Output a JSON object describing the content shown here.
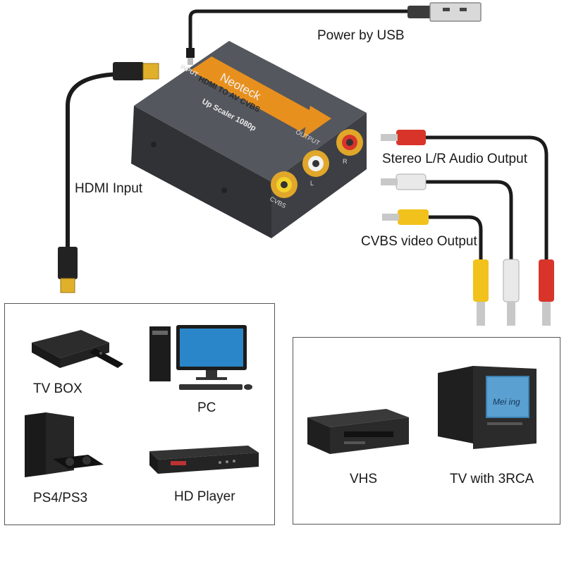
{
  "device": {
    "brand": "eoteck",
    "brand_initial": "N",
    "model": "HDMI TO AV CVBS",
    "subtitle": "Up Scaler 1080p",
    "input_port": "INPUT",
    "output_port": "OUTPUT",
    "jack_cvbs": "CVBS",
    "jack_l": "L",
    "jack_r": "R"
  },
  "callouts": {
    "power": "Power by USB",
    "hdmi_input": "HDMI Input",
    "stereo_output": "Stereo L/R Audio Output",
    "cvbs_output": "CVBS video Output"
  },
  "sources": {
    "items": [
      "TV BOX",
      "PC",
      "PS4/PS3",
      "HD Player"
    ]
  },
  "destinations": {
    "items": [
      "VHS",
      "TV with 3RCA"
    ],
    "tv_screen_text": "Mei ing"
  },
  "colors": {
    "device_body": "#3a3c40",
    "accent_orange": "#e8901e",
    "rca_red": "#d8342a",
    "rca_white": "#e9e9e9",
    "rca_yellow": "#f2c21c",
    "gold": "#d9a93a"
  }
}
